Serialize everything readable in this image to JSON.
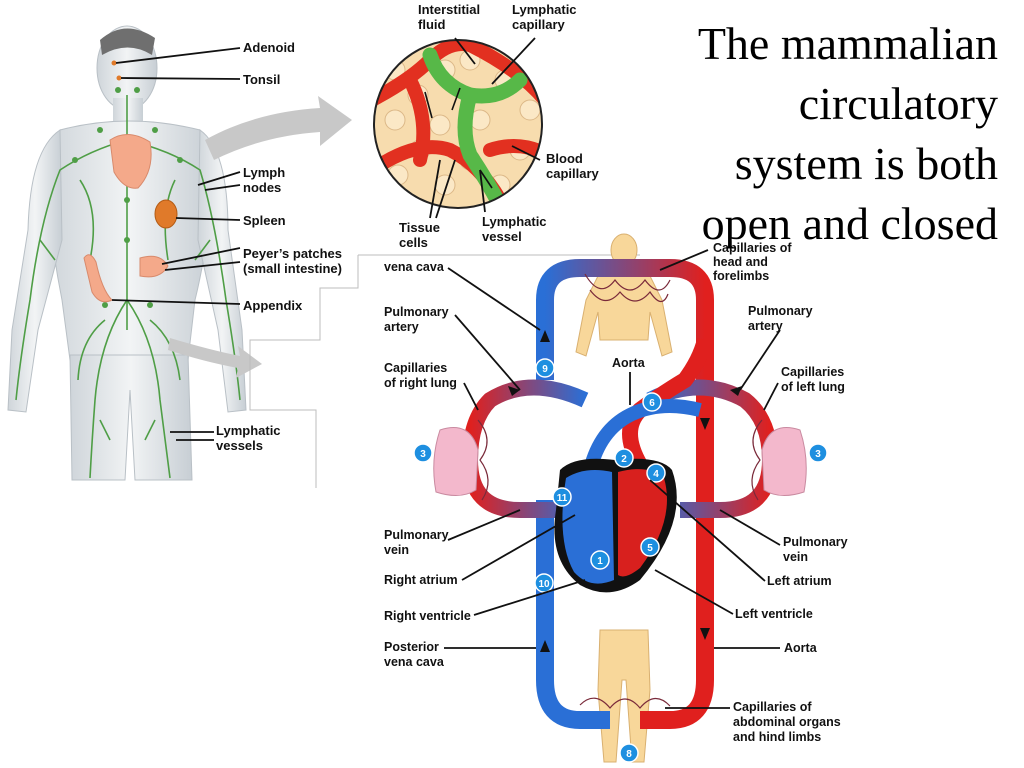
{
  "slide": {
    "title_lines": [
      "The mammalian",
      "circulatory",
      "system is both",
      "open and closed"
    ]
  },
  "lymphatic_diagram": {
    "labels": {
      "adenoid": "Adenoid",
      "tonsil": "Tonsil",
      "lymph_nodes": [
        "Lymph",
        "nodes"
      ],
      "spleen": "Spleen",
      "peyers_patches": [
        "Peyer’s patches",
        "(small intestine)"
      ],
      "appendix": "Appendix",
      "lymphatic_vessels": [
        "Lymphatic",
        "vessels"
      ]
    }
  },
  "capillary_inset": {
    "labels": {
      "interstitial_fluid": [
        "Interstitial",
        "fluid"
      ],
      "lymphatic_capillary": [
        "Lymphatic",
        "capillary"
      ],
      "blood_capillary": [
        "Blood",
        "capillary"
      ],
      "tissue_cells": [
        "Tissue",
        "cells"
      ],
      "lymphatic_vessel": [
        "Lymphatic",
        "vessel"
      ]
    }
  },
  "circulation_diagram": {
    "labels": {
      "anterior_vena_cava": "vena cava",
      "capillaries_head": [
        "Capillaries of",
        "head and",
        "forelimbs"
      ],
      "pulmonary_artery_left": [
        "Pulmonary",
        "artery"
      ],
      "pulmonary_artery_right": [
        "Pulmonary",
        "artery"
      ],
      "aorta_top": "Aorta",
      "capillaries_right_lung": [
        "Capillaries",
        "of right lung"
      ],
      "capillaries_left_lung": [
        "Capillaries",
        "of left lung"
      ],
      "pulmonary_vein_left": [
        "Pulmonary",
        "vein"
      ],
      "pulmonary_vein_right": [
        "Pulmonary",
        "vein"
      ],
      "right_atrium": "Right atrium",
      "left_atrium": "Left atrium",
      "right_ventricle": "Right ventricle",
      "left_ventricle": "Left ventricle",
      "posterior_vena_cava": [
        "Posterior",
        "vena cava"
      ],
      "aorta_bottom": "Aorta",
      "capillaries_abdominal": [
        "Capillaries of",
        "abdominal organs",
        "and hind limbs"
      ]
    },
    "step_badges": {
      "s1": "1",
      "s2": "2",
      "s3_left": "3",
      "s3_right": "3",
      "s4": "4",
      "s5": "5",
      "s6": "6",
      "s8": "8",
      "s9": "9",
      "s10": "10",
      "s11": "11"
    },
    "colors": {
      "oxygenated": "#e0201e",
      "deoxygenated": "#2a6fd6",
      "badge": "#1e8fe0",
      "lymph": "#58b04a",
      "lung": "#f3b8cc"
    }
  }
}
